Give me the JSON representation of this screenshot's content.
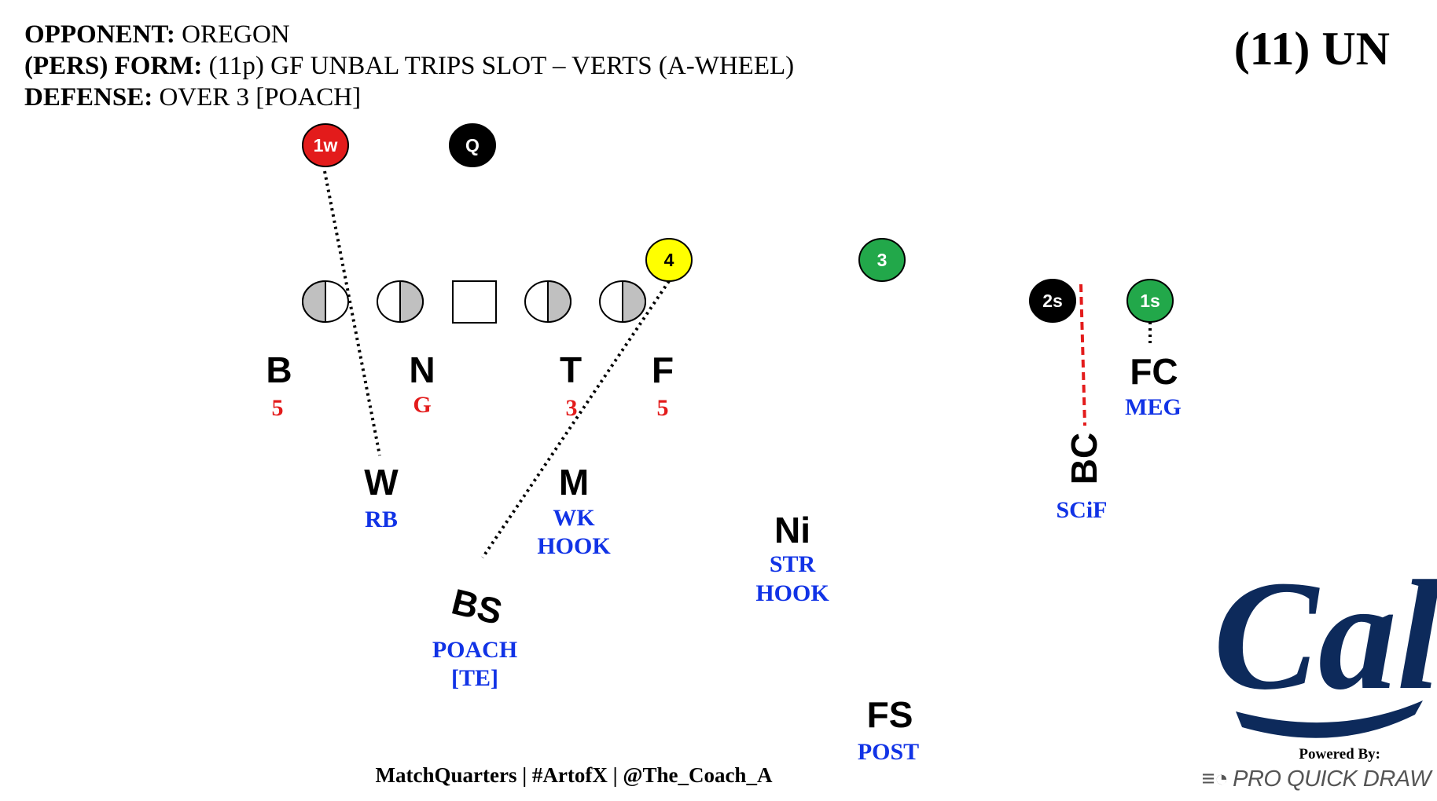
{
  "header": {
    "opponent_label": "OPPONENT:",
    "opponent_value": "OREGON",
    "form_label": "(PERS) FORM:",
    "form_value": "(11p) GF UNBAL TRIPS SLOT – VERTS (A-WHEEL)",
    "defense_label": "DEFENSE:",
    "defense_value": "OVER 3 [POACH]",
    "title_right": "(11) UN"
  },
  "offense": {
    "chips": {
      "w1": {
        "label": "1w",
        "color": "#e31b1b"
      },
      "q": {
        "label": "Q",
        "color": "#000000"
      },
      "r4": {
        "label": "4",
        "color": "#ffff00"
      },
      "r3": {
        "label": "3",
        "color": "#22a84a"
      },
      "s2": {
        "label": "2s",
        "color": "#000000"
      },
      "s1": {
        "label": "1s",
        "color": "#22a84a"
      }
    }
  },
  "defense": {
    "B": {
      "label": "B",
      "assign": "5"
    },
    "N": {
      "label": "N",
      "assign": "G"
    },
    "T": {
      "label": "T",
      "assign": "3"
    },
    "F": {
      "label": "F",
      "assign": "5"
    },
    "W": {
      "label": "W",
      "assign": "RB"
    },
    "M": {
      "label": "M",
      "assign_1": "WK",
      "assign_2": "HOOK"
    },
    "Ni": {
      "label": "Ni",
      "assign_1": "STR",
      "assign_2": "HOOK"
    },
    "BS": {
      "label": "BS",
      "assign_1": "POACH",
      "assign_2": "[TE]"
    },
    "FS": {
      "label": "FS",
      "assign": "POST"
    },
    "BC": {
      "label": "BC",
      "assign": "SCiF"
    },
    "FC": {
      "label": "FC",
      "assign": "MEG"
    }
  },
  "colors": {
    "assign_blue": "#1133e6",
    "assign_red": "#e31b1b",
    "cal_navy": "#0d2a5b"
  },
  "logo": {
    "text": "Cal"
  },
  "footer": {
    "credits": "MatchQuarters | #ArtofX | @The_Coach_A",
    "powered_by": "Powered By:",
    "brand": "PRO QUICK DRAW"
  }
}
